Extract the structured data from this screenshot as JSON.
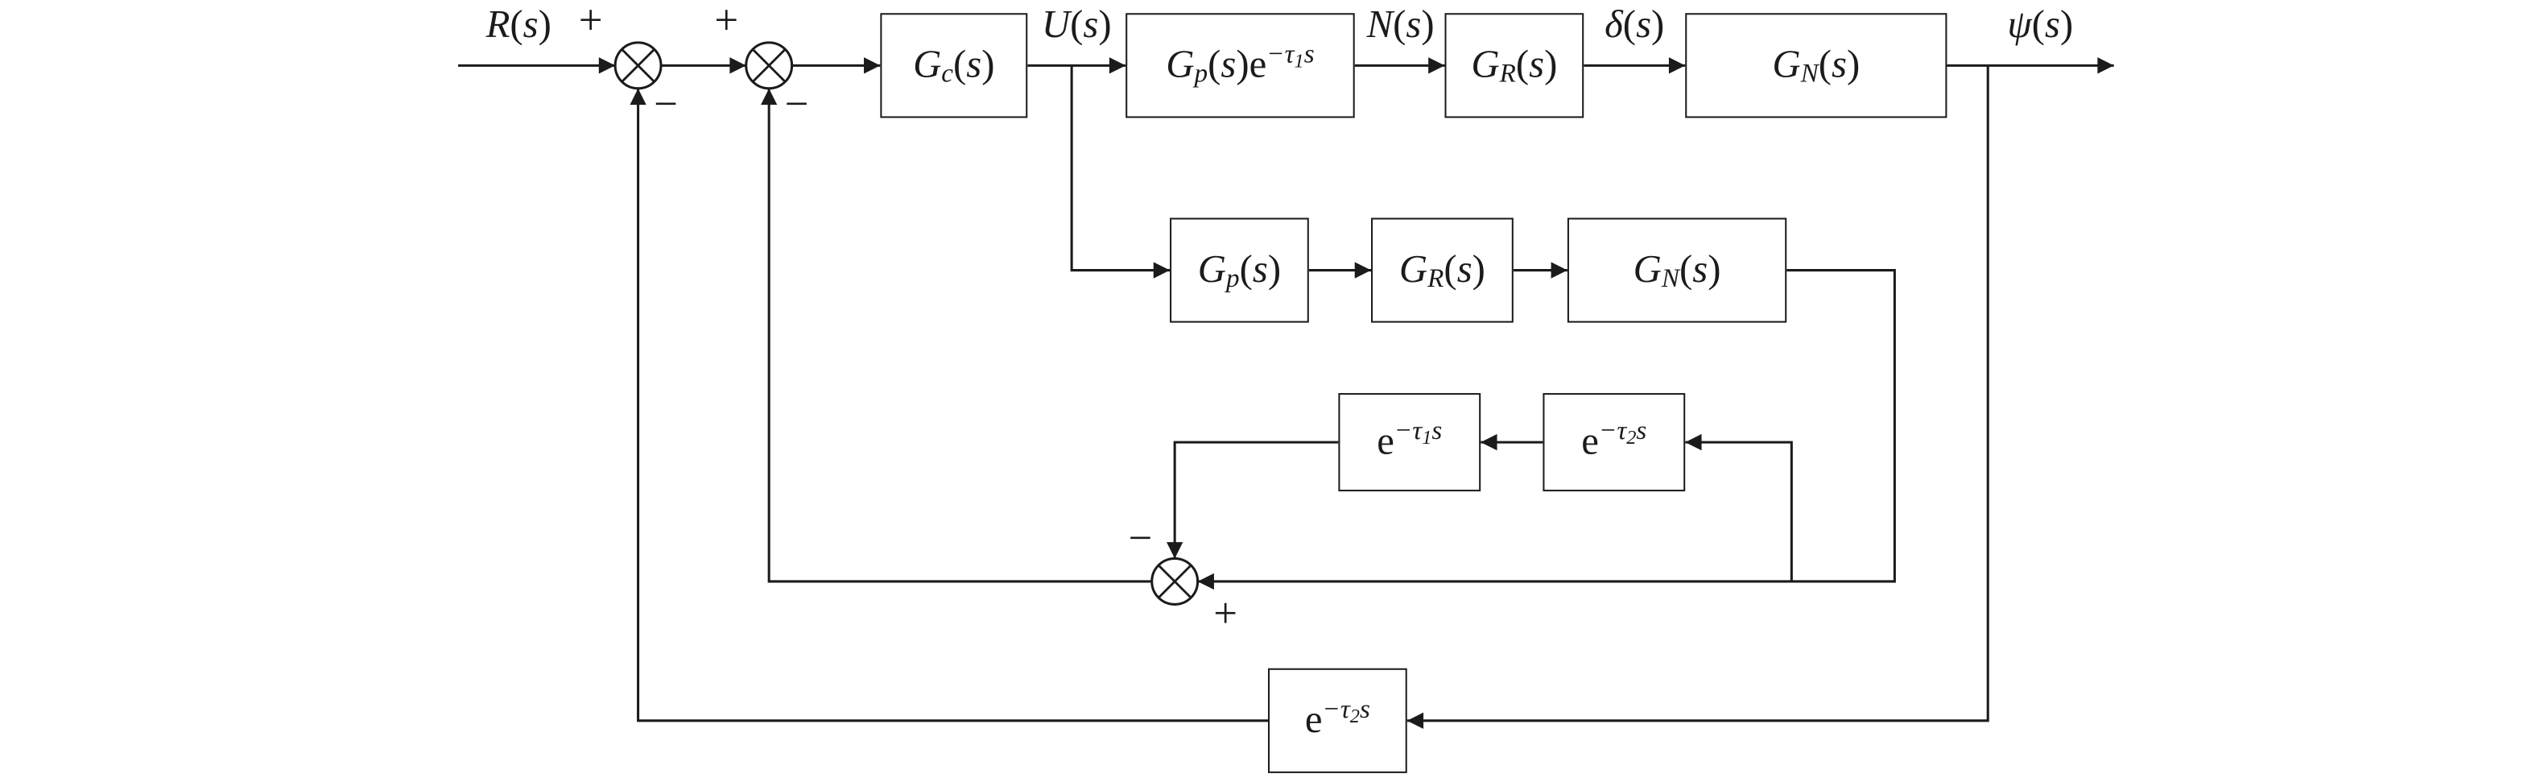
{
  "diagram": {
    "background": "#ffffff",
    "line_color": "#1b1b1b",
    "signals": {
      "r": [
        {
          "t": "R",
          "s": "i"
        },
        {
          "t": "(",
          "s": "u"
        },
        {
          "t": "s",
          "s": "i"
        },
        {
          "t": ")",
          "s": "u"
        }
      ],
      "u": [
        {
          "t": "U",
          "s": "i"
        },
        {
          "t": "(",
          "s": "u"
        },
        {
          "t": "s",
          "s": "i"
        },
        {
          "t": ")",
          "s": "u"
        }
      ],
      "n": [
        {
          "t": "N",
          "s": "i"
        },
        {
          "t": "(",
          "s": "u"
        },
        {
          "t": "s",
          "s": "i"
        },
        {
          "t": ")",
          "s": "u"
        }
      ],
      "delta": [
        {
          "t": "δ",
          "s": "i"
        },
        {
          "t": "(",
          "s": "u"
        },
        {
          "t": "s",
          "s": "i"
        },
        {
          "t": ")",
          "s": "u"
        }
      ],
      "psi": [
        {
          "t": "ψ",
          "s": "i"
        },
        {
          "t": "(",
          "s": "u"
        },
        {
          "t": "s",
          "s": "i"
        },
        {
          "t": ")",
          "s": "u"
        }
      ]
    },
    "blocks": {
      "gc": [
        {
          "t": "G",
          "s": "i"
        },
        {
          "t": "c",
          "s": "sub"
        },
        {
          "t": "(",
          "s": "u"
        },
        {
          "t": "s",
          "s": "i"
        },
        {
          "t": ")",
          "s": "u"
        }
      ],
      "gp_delay": [
        {
          "t": "G",
          "s": "i"
        },
        {
          "t": "p",
          "s": "sub"
        },
        {
          "t": "(",
          "s": "u"
        },
        {
          "t": "s",
          "s": "i"
        },
        {
          "t": ")",
          "s": "u"
        },
        {
          "t": "e",
          "s": "u"
        },
        {
          "t": "−τ",
          "s": "sup"
        },
        {
          "t": "1",
          "s": "supsub"
        },
        {
          "t": "s",
          "s": "sup"
        }
      ],
      "gp": [
        {
          "t": "G",
          "s": "i"
        },
        {
          "t": "p",
          "s": "sub"
        },
        {
          "t": "(",
          "s": "u"
        },
        {
          "t": "s",
          "s": "i"
        },
        {
          "t": ")",
          "s": "u"
        }
      ],
      "gr": [
        {
          "t": "G",
          "s": "i"
        },
        {
          "t": "R",
          "s": "sub"
        },
        {
          "t": "(",
          "s": "u"
        },
        {
          "t": "s",
          "s": "i"
        },
        {
          "t": ")",
          "s": "u"
        }
      ],
      "gn": [
        {
          "t": "G",
          "s": "i"
        },
        {
          "t": "N",
          "s": "sub"
        },
        {
          "t": "(",
          "s": "u"
        },
        {
          "t": "s",
          "s": "i"
        },
        {
          "t": ")",
          "s": "u"
        }
      ],
      "delay_tau1": [
        {
          "t": "e",
          "s": "u"
        },
        {
          "t": "−τ",
          "s": "sup"
        },
        {
          "t": "1",
          "s": "supsub"
        },
        {
          "t": "s",
          "s": "sup"
        }
      ],
      "delay_tau2": [
        {
          "t": "e",
          "s": "u"
        },
        {
          "t": "−τ",
          "s": "sup"
        },
        {
          "t": "2",
          "s": "supsub"
        },
        {
          "t": "s",
          "s": "sup"
        }
      ]
    },
    "signs": {
      "plus": "+",
      "minus": "−"
    }
  }
}
